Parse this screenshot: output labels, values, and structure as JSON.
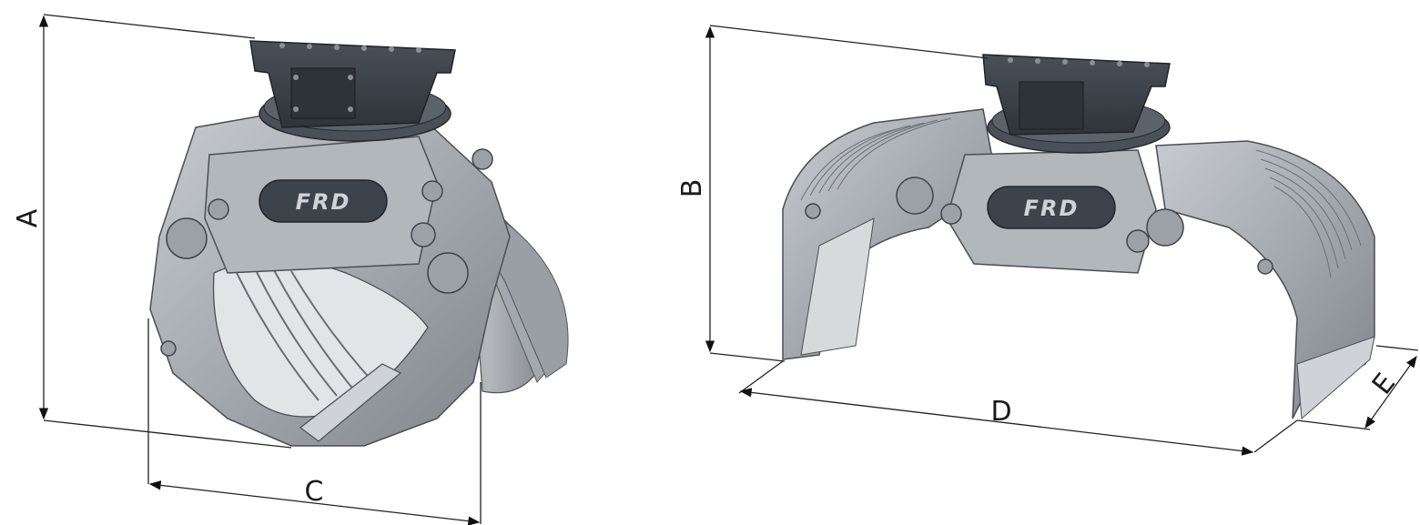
{
  "dimensions": {
    "a": "A",
    "b": "B",
    "c": "C",
    "d": "D",
    "e": "E"
  },
  "brand": {
    "logo_left": "FRD",
    "logo_right": "FRD"
  },
  "colors": {
    "steel_light": "#b9bdc2",
    "steel_mid": "#979ca2",
    "steel_dark": "#6f747a",
    "mount_dark": "#3b4047",
    "line": "#222222"
  }
}
